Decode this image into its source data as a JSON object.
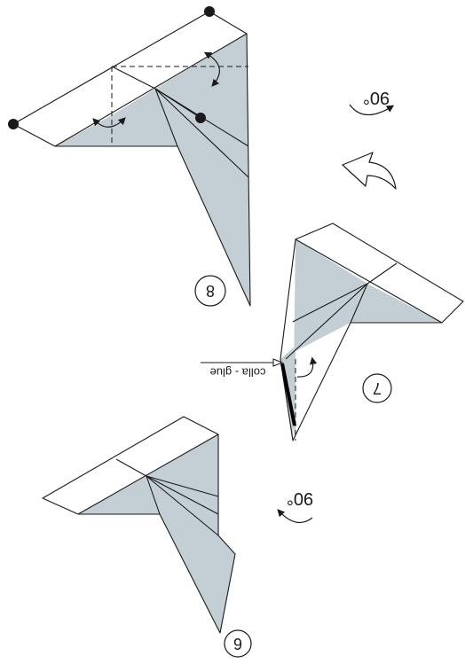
{
  "steps": {
    "step_8": {
      "number": "8"
    },
    "step_7": {
      "number": "7"
    },
    "step_6": {
      "number": "6"
    }
  },
  "rotations": {
    "top": "90°",
    "bottom": "90°"
  },
  "glue": {
    "label": "colla - glue"
  },
  "colors": {
    "paper": "#c3cfd4",
    "line": "#1a1a1a",
    "background": "#ffffff"
  },
  "icons": [
    "rotate-arrow-icon",
    "turn-over-arrow-icon",
    "fold-arrow-icon",
    "reference-dot-icon"
  ]
}
